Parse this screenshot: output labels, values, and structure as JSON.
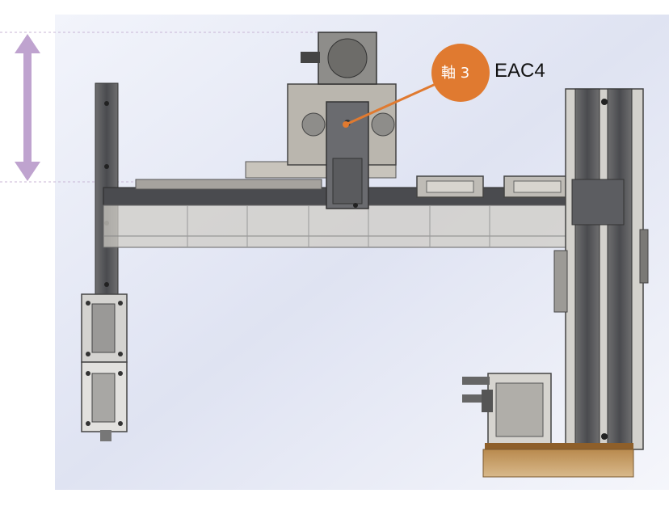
{
  "callout": {
    "axis_label": "軸 3",
    "model": "EAC4",
    "color": "#E07A30"
  },
  "colors": {
    "motion_arrow": "#BFA3CF",
    "frame_dark": "#4A4B4F",
    "frame_mid": "#8E8D8A",
    "frame_light": "#C8C4BC",
    "base_wood": "#C9A46E"
  },
  "icons": {
    "vertical_motion": "double-headed-vertical-arrow"
  }
}
